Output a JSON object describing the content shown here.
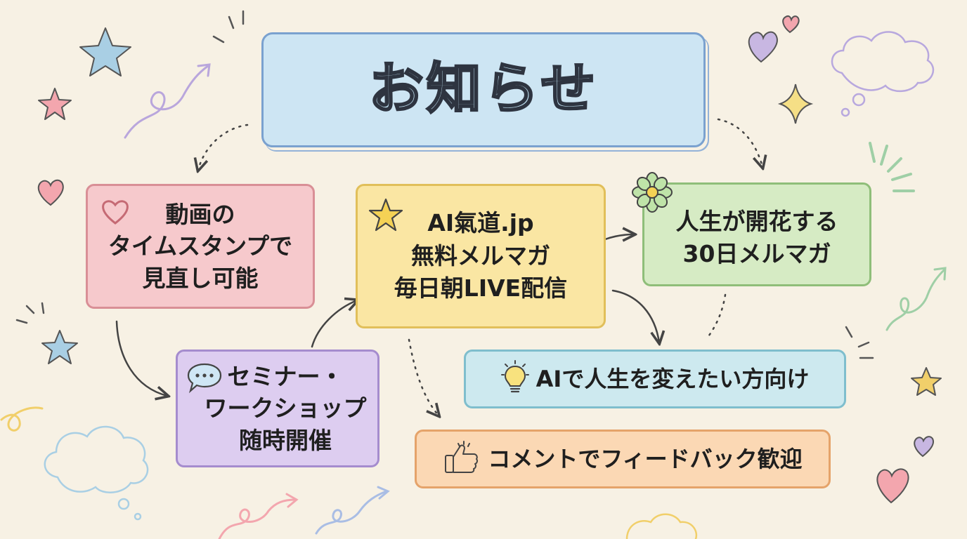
{
  "title": "お知らせ",
  "nodes": {
    "timestamp": {
      "text": "動画の\nタイムスタンプで\n見直し可能",
      "icon": "heart-icon"
    },
    "aikido": {
      "text": "AI氣道.jp\n無料メルマガ\n毎日朝LIVE配信",
      "icon": "star-icon"
    },
    "thirty_days": {
      "text": "人生が開花する\n30日メルマガ",
      "icon": "flower-icon"
    },
    "seminar": {
      "text": "セミナー・\nワークショップ\n随時開催",
      "icon": "speech-bubble-icon"
    },
    "target": {
      "text": "AIで人生を変えたい方向け",
      "icon": "lightbulb-icon"
    },
    "feedback": {
      "text": "コメントでフィードバック歓迎",
      "icon": "thumbs-up-icon"
    }
  },
  "colors": {
    "background": "#f7f1e4",
    "title_box": "#cde5f3",
    "timestamp_box": "#f6c9cc",
    "aikido_box": "#fae6a3",
    "thirty_days_box": "#d6ebc4",
    "seminar_box": "#ddcdf0",
    "target_box": "#cde9ef",
    "feedback_box": "#fbd8b4"
  }
}
